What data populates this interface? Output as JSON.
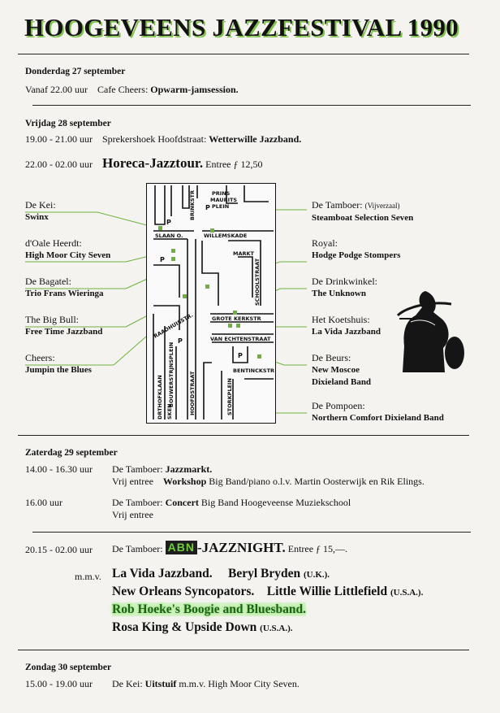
{
  "title": "HOOGEVEENS JAZZFESTIVAL 1990",
  "day1": {
    "header": "Donderdag 27 september",
    "time": "Vanaf 22.00 uur",
    "venue": "Cafe Cheers:",
    "event": "Opwarm-jamsession."
  },
  "day2": {
    "header": "Vrijdag 28 september",
    "row1": {
      "time": "19.00  -  21.00 uur",
      "venue": "Sprekershoek Hoofdstraat:",
      "event": "Wetterwille Jazzband."
    },
    "row2": {
      "time": "22.00  -  02.00 uur",
      "event": "Horeca-Jazztour.",
      "entree": "Entree ƒ 12,50"
    },
    "left_venues": [
      {
        "venue": "De Kei:",
        "band": "Swinx"
      },
      {
        "venue": "d'Oale Heerdt:",
        "band": "High Moor City Seven"
      },
      {
        "venue": "De Bagatel:",
        "band": "Trio Frans Wieringa"
      },
      {
        "venue": "The Big Bull:",
        "band": "Free Time Jazzband"
      },
      {
        "venue": "Cheers:",
        "band": "Jumpin the Blues"
      }
    ],
    "right_venues": [
      {
        "venue": "De Tamboer:",
        "note": "(Vijverzaal)",
        "band": "Steamboat Selection Seven"
      },
      {
        "venue": "Royal:",
        "band": "Hodge Podge Stompers"
      },
      {
        "venue": "De Drinkwinkel:",
        "band": "The Unknown"
      },
      {
        "venue": "Het Koetshuis:",
        "band": "La Vida Jazzband"
      },
      {
        "venue": "De Beurs:",
        "band": "New Moscoe Dixieland Band"
      },
      {
        "venue": "De Pompoen:",
        "band": "Northern Comfort Dixieland Band"
      }
    ],
    "map_labels": {
      "prins": "PRINS",
      "maurits": "MAURITS",
      "plein": "PLEIN",
      "brinkstr": "BRINKSTR",
      "slaan": "SLAAN O.",
      "willemskade": "WILLEMSKADE",
      "markt": "MARKT",
      "schoolstraat": "SCHOOLSTRAAT",
      "raadhuisstr": "RAADHUISSTR.",
      "grote_kerkstr": "GROTE KERKSTR",
      "van_echtenstraat": "VAN ECHTENSTRAAT",
      "bentinckstr": "BENTINCKSTR",
      "hoofdstraat": "HOOFDSTRAAT",
      "buildings": "BOUWERSTRJNSPLEIN",
      "storkweg": "STORKPLEIN",
      "parking": "P",
      "left_street": "DRTHOFKLAAN",
      "left_street2": "SKEN"
    }
  },
  "day3": {
    "header": "Zaterdag 29 september",
    "row1": {
      "time": "14.00  -  16.30 uur",
      "venue": "De Tamboer:",
      "event": "Jazzmarkt.",
      "line2_pre": "Vrij entree",
      "line2_bold": "Workshop",
      "line2_rest": "Big Band/piano o.l.v. Martin Oosterwijk en Rik Elings."
    },
    "row2": {
      "time": "16.00 uur",
      "venue": "De Tamboer:",
      "event": "Concert",
      "rest": "Big Band Hoogeveense Muziekschool",
      "line2": "Vrij entree"
    },
    "row3": {
      "time": "20.15  -  02.00 uur",
      "venue": "De Tamboer:",
      "logo": "ABN",
      "event": "-JAZZNIGHT.",
      "entree": "Entree ƒ 15,—."
    },
    "mmv": "m.m.v.",
    "performers": [
      [
        {
          "name": "La Vida Jazzband.",
          "country": ""
        },
        {
          "name": "Beryl Bryden",
          "country": "(U.K.)."
        }
      ],
      [
        {
          "name": "New Orleans Syncopators.",
          "country": ""
        },
        {
          "name": "Little Willie Littlefield",
          "country": "(U.S.A.)."
        }
      ],
      [
        {
          "name": "Rob Hoeke's Boogie and Bluesband.",
          "country": ""
        }
      ],
      [
        {
          "name": "Rosa King & Upside Down",
          "country": "(U.S.A.)."
        }
      ]
    ]
  },
  "day4": {
    "header": "Zondag 30 september",
    "time": "15.00  -  19.00 uur",
    "venue": "De Kei:",
    "event": "Uitstuif",
    "rest": "m.m.v. High Moor City Seven."
  },
  "colors": {
    "accent_green": "#7fc24a",
    "line_green": "#6fb13f",
    "ink": "#111111",
    "paper": "#f4f3f0"
  }
}
